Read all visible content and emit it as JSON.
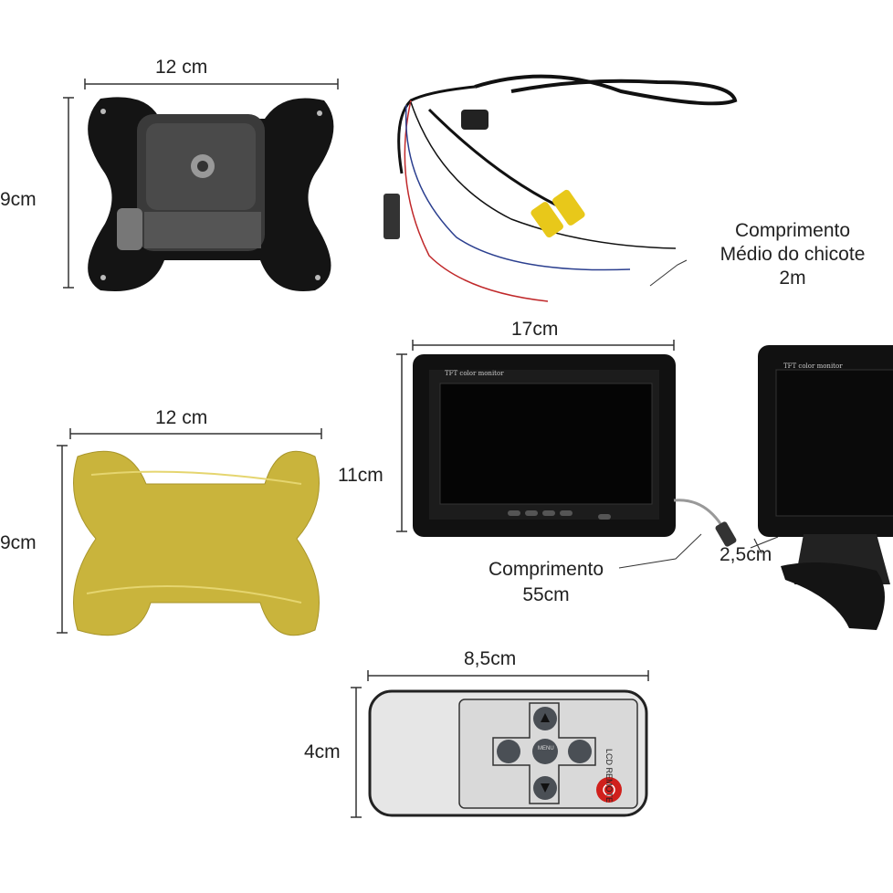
{
  "bracket": {
    "width_label": "12 cm",
    "height_label": "9cm"
  },
  "cable": {
    "label_line1": "Comprimento",
    "label_line2": "Médio do chicote",
    "label_line3": "2m"
  },
  "monitor": {
    "width_label": "17cm",
    "height_label": "11cm",
    "screen_text": "TFT color monitor",
    "cable_label_line1": "Comprimento",
    "cable_label_line2": "55cm",
    "depth_label": "2,5cm"
  },
  "adhesive": {
    "width_label": "12 cm",
    "height_label": "9cm"
  },
  "remote": {
    "width_label": "8,5cm",
    "height_label": "4cm",
    "brand_text": "LCD REMOTE",
    "menu_button": "MENU"
  },
  "colors": {
    "plate": "#141414",
    "adhesive": "#c9b43c",
    "remote_body": "#e6e6e6",
    "power_button": "#d0201c",
    "cable_red": "#c0282a",
    "cable_blue": "#2b3f8f",
    "rca_yellow": "#e8c81a"
  }
}
